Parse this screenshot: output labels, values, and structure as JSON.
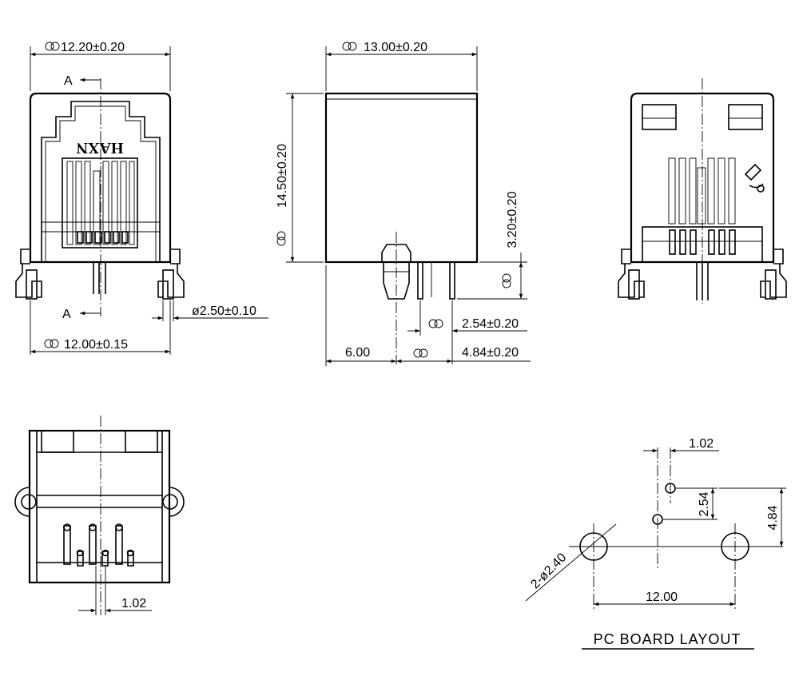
{
  "views": {
    "front": {
      "width_top": "12.20±0.20",
      "width_bottom": "12.00±0.15",
      "peg_dia": "ø2.50±0.10",
      "section_top": "A",
      "section_bottom": "A",
      "brand": "HAXN"
    },
    "side": {
      "depth": "13.00±0.20",
      "height": "14.50±0.20",
      "pin_len": "3.20±0.20",
      "pitch": "2.54±0.20",
      "peg_offset": "6.00",
      "row_offset": "4.84±0.20"
    },
    "back": {},
    "bottom": {
      "pitch": "1.02"
    },
    "pcb_layout": {
      "title": "PC BOARD LAYOUT",
      "pitch_x": "1.02",
      "pitch_y": "2.54",
      "row_y": "4.84",
      "hole_span": "12.00",
      "hole_dia": "2-ø2.40"
    }
  }
}
